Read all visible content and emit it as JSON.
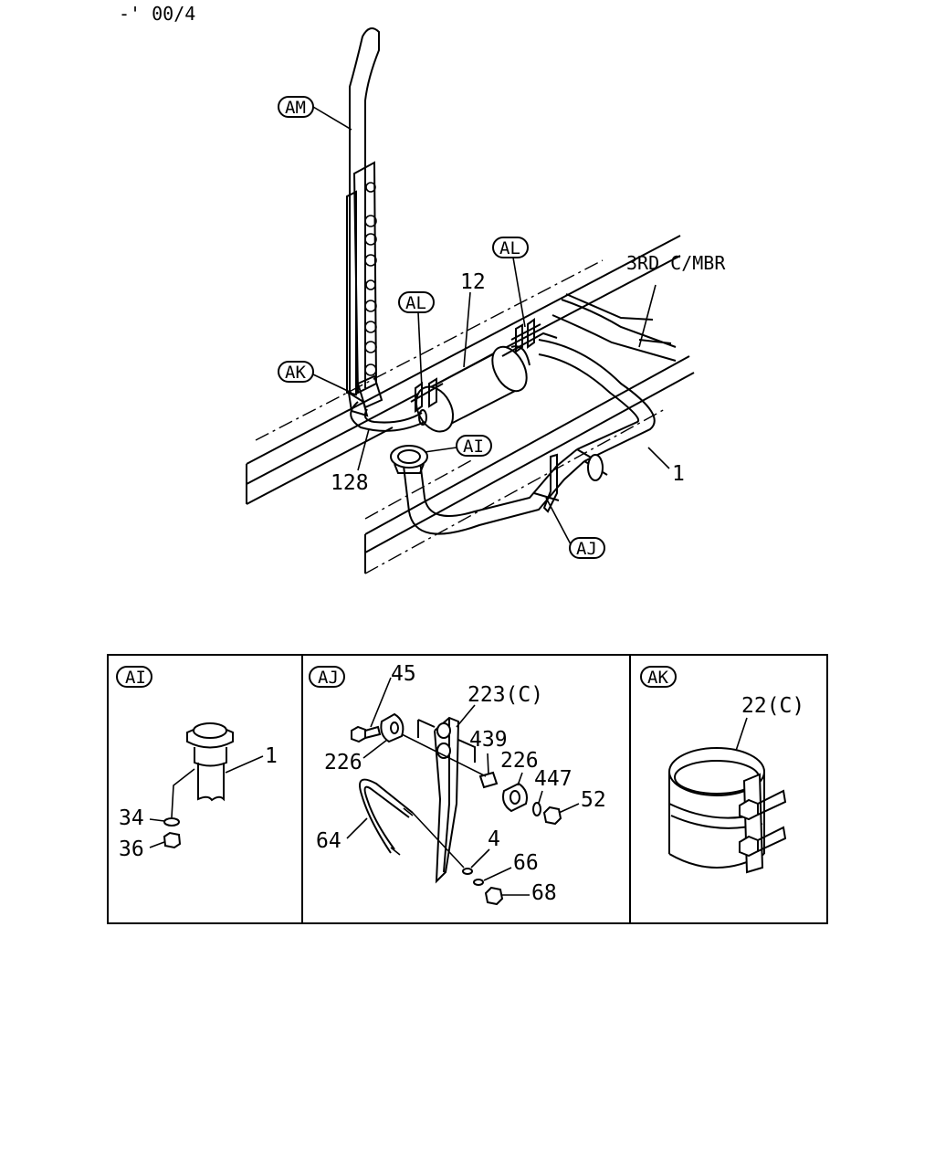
{
  "header": {
    "code": "-' 00/4"
  },
  "main": {
    "frame_label": "3RD C/MBR",
    "callouts": {
      "AM": "AM",
      "AL1": "AL",
      "AL2": "AL",
      "AK": "AK",
      "AI": "AI",
      "AJ": "AJ"
    },
    "parts": {
      "p12": "12",
      "p128": "128",
      "p1": "1"
    }
  },
  "details": {
    "AI": {
      "title": "AI",
      "parts": [
        "1",
        "34",
        "36"
      ]
    },
    "AJ": {
      "title": "AJ",
      "parts": [
        "45",
        "223(C)",
        "439",
        "226",
        "226",
        "447",
        "52",
        "64",
        "4",
        "66",
        "68"
      ]
    },
    "AK": {
      "title": "AK",
      "parts": [
        "22(C)"
      ]
    }
  }
}
